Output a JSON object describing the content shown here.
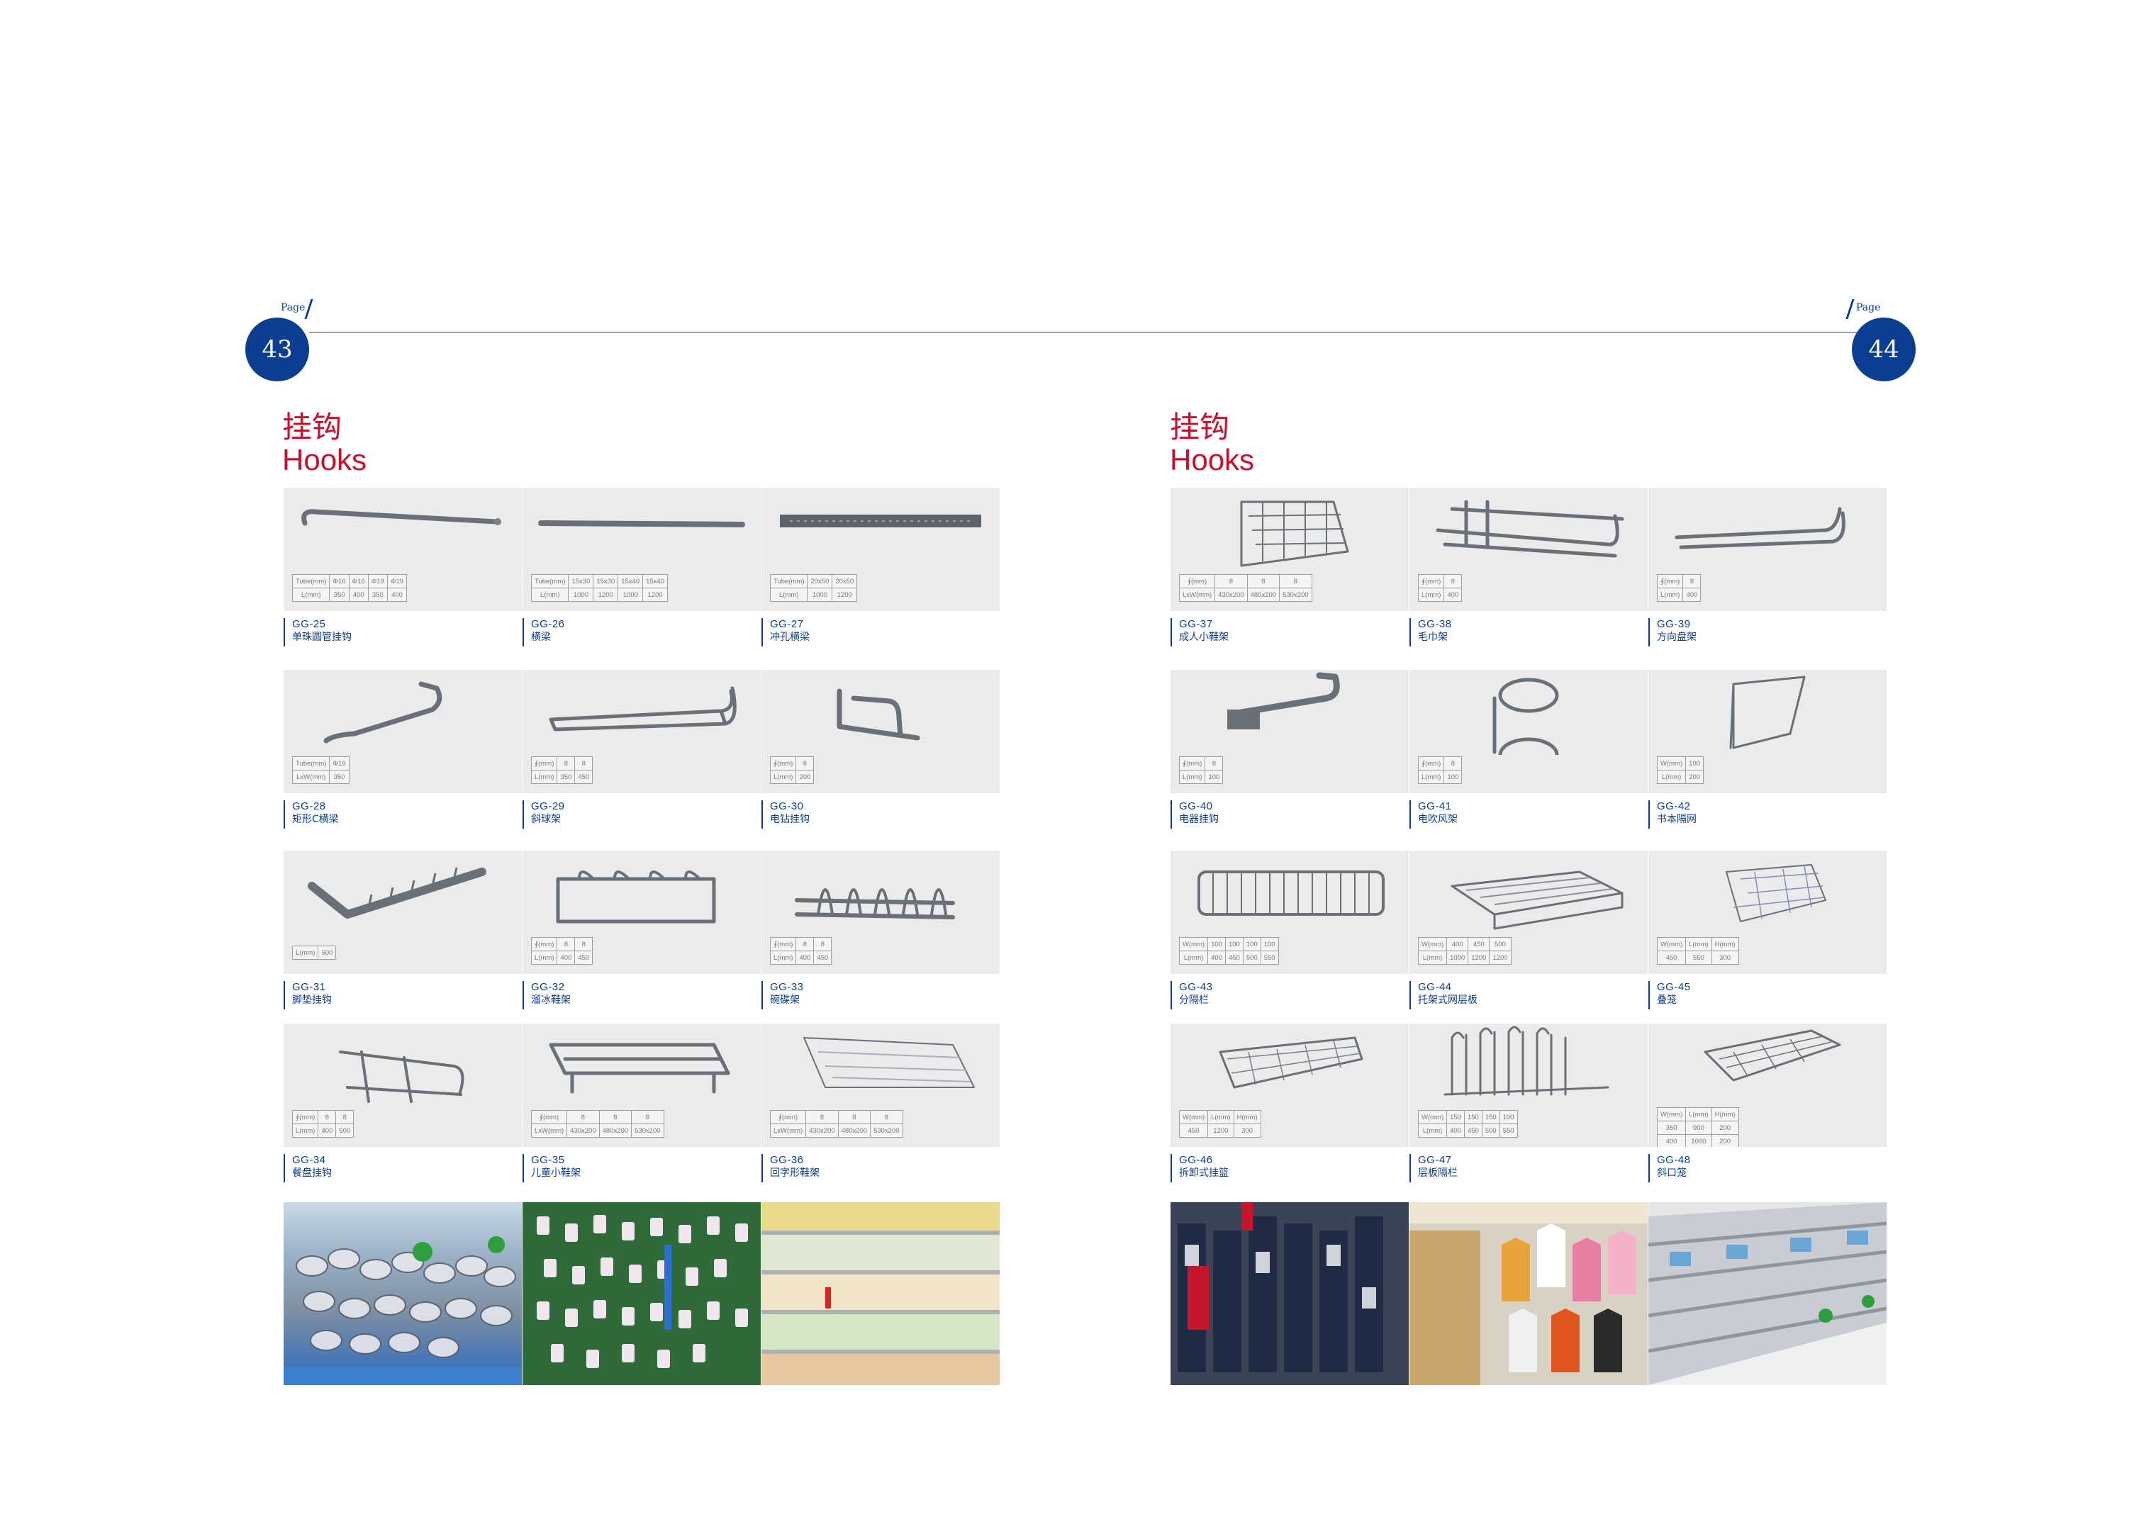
{
  "left_page": {
    "page_word": "Page",
    "page_number": "43",
    "title_zh": "挂钩",
    "title_en": "Hooks",
    "products": [
      {
        "code": "GG-25",
        "name": "单珠圆管挂钩",
        "spec": [
          [
            "Tube(mm)",
            "Φ16",
            "Φ16",
            "Φ19",
            "Φ19"
          ],
          [
            "L(mm)",
            "350",
            "400",
            "350",
            "400"
          ]
        ]
      },
      {
        "code": "GG-26",
        "name": "横梁",
        "spec": [
          [
            "Tube(mm)",
            "15x30",
            "15x30",
            "15x40",
            "15x40"
          ],
          [
            "L(mm)",
            "1000",
            "1200",
            "1000",
            "1200"
          ]
        ]
      },
      {
        "code": "GG-27",
        "name": "冲孔横梁",
        "spec": [
          [
            "Tube(mm)",
            "20x50",
            "20x50"
          ],
          [
            "L(mm)",
            "1000",
            "1200"
          ]
        ]
      },
      {
        "code": "GG-28",
        "name": "矩形C横梁",
        "spec": [
          [
            "Tube(mm)",
            "Φ19"
          ],
          [
            "LxW(mm)",
            "350"
          ]
        ]
      },
      {
        "code": "GG-29",
        "name": "斜球架",
        "spec": [
          [
            "∮(mm)",
            "8",
            "8"
          ],
          [
            "L(mm)",
            "350",
            "450"
          ]
        ]
      },
      {
        "code": "GG-30",
        "name": "电钻挂钩",
        "spec": [
          [
            "∮(mm)",
            "8"
          ],
          [
            "L(mm)",
            "200"
          ]
        ]
      },
      {
        "code": "GG-31",
        "name": "脚垫挂钩",
        "spec": [
          [
            "L(mm)",
            "500"
          ]
        ]
      },
      {
        "code": "GG-32",
        "name": "溜冰鞋架",
        "spec": [
          [
            "∮(mm)",
            "8",
            "8"
          ],
          [
            "L(mm)",
            "400",
            "450"
          ]
        ]
      },
      {
        "code": "GG-33",
        "name": "碗碟架",
        "spec": [
          [
            "∮(mm)",
            "8",
            "8"
          ],
          [
            "L(mm)",
            "400",
            "450"
          ]
        ]
      },
      {
        "code": "GG-34",
        "name": "餐盘挂钩",
        "spec": [
          [
            "∮(mm)",
            "8",
            "8"
          ],
          [
            "L(mm)",
            "400",
            "500"
          ]
        ]
      },
      {
        "code": "GG-35",
        "name": "儿童小鞋架",
        "spec": [
          [
            "∮(mm)",
            "8",
            "8",
            "8"
          ],
          [
            "LxW(mm)",
            "430x200",
            "480x200",
            "530x200"
          ]
        ]
      },
      {
        "code": "GG-36",
        "name": "回字形鞋架",
        "spec": [
          [
            "∮(mm)",
            "8",
            "8",
            "8"
          ],
          [
            "LxW(mm)",
            "430x200",
            "480x200",
            "530x200"
          ]
        ]
      }
    ]
  },
  "right_page": {
    "page_word": "Page",
    "page_number": "44",
    "title_zh": "挂钩",
    "title_en": "Hooks",
    "products": [
      {
        "code": "GG-37",
        "name": "成人小鞋架",
        "spec": [
          [
            "∮(mm)",
            "8",
            "8",
            "8"
          ],
          [
            "LxW(mm)",
            "430x200",
            "480x200",
            "530x200"
          ]
        ]
      },
      {
        "code": "GG-38",
        "name": "毛巾架",
        "spec": [
          [
            "∮(mm)",
            "8"
          ],
          [
            "L(mm)",
            "400"
          ]
        ]
      },
      {
        "code": "GG-39",
        "name": "方向盘架",
        "spec": [
          [
            "∮(mm)",
            "8"
          ],
          [
            "L(mm)",
            "400"
          ]
        ]
      },
      {
        "code": "GG-40",
        "name": "电器挂钩",
        "spec": [
          [
            "∮(mm)",
            "8"
          ],
          [
            "L(mm)",
            "100"
          ]
        ]
      },
      {
        "code": "GG-41",
        "name": "电吹风架",
        "spec": [
          [
            "∮(mm)",
            "8"
          ],
          [
            "L(mm)",
            "100"
          ]
        ]
      },
      {
        "code": "GG-42",
        "name": "书本隔网",
        "spec": [
          [
            "W(mm)",
            "100"
          ],
          [
            "L(mm)",
            "200"
          ]
        ]
      },
      {
        "code": "GG-43",
        "name": "分隔栏",
        "spec": [
          [
            "W(mm)",
            "100",
            "100",
            "100",
            "100"
          ],
          [
            "L(mm)",
            "400",
            "450",
            "500",
            "550"
          ]
        ]
      },
      {
        "code": "GG-44",
        "name": "托架式网层板",
        "spec": [
          [
            "W(mm)",
            "400",
            "450",
            "500"
          ],
          [
            "L(mm)",
            "1000",
            "1200",
            "1200"
          ]
        ]
      },
      {
        "code": "GG-45",
        "name": "叠笼",
        "spec": [
          [
            "W(mm)",
            "L(mm)",
            "H(mm)"
          ],
          [
            "450",
            "550",
            "300"
          ]
        ]
      },
      {
        "code": "GG-46",
        "name": "拆卸式挂篮",
        "spec": [
          [
            "W(mm)",
            "L(mm)",
            "H(mm)"
          ],
          [
            "450",
            "1200",
            "300"
          ]
        ]
      },
      {
        "code": "GG-47",
        "name": "层板隔栏",
        "spec": [
          [
            "W(mm)",
            "150",
            "150",
            "150",
            "100"
          ],
          [
            "L(mm)",
            "400",
            "450",
            "500",
            "550"
          ]
        ]
      },
      {
        "code": "GG-48",
        "name": "斜口笼",
        "spec": [
          [
            "W(mm)",
            "L(mm)",
            "H(mm)"
          ],
          [
            "350",
            "900",
            "200"
          ],
          [
            "400",
            "1000",
            "200"
          ]
        ]
      }
    ]
  },
  "colors": {
    "accent_blue": "#0b3d91",
    "title_red": "#c8102e",
    "panel_gray": "#ebebeb"
  }
}
